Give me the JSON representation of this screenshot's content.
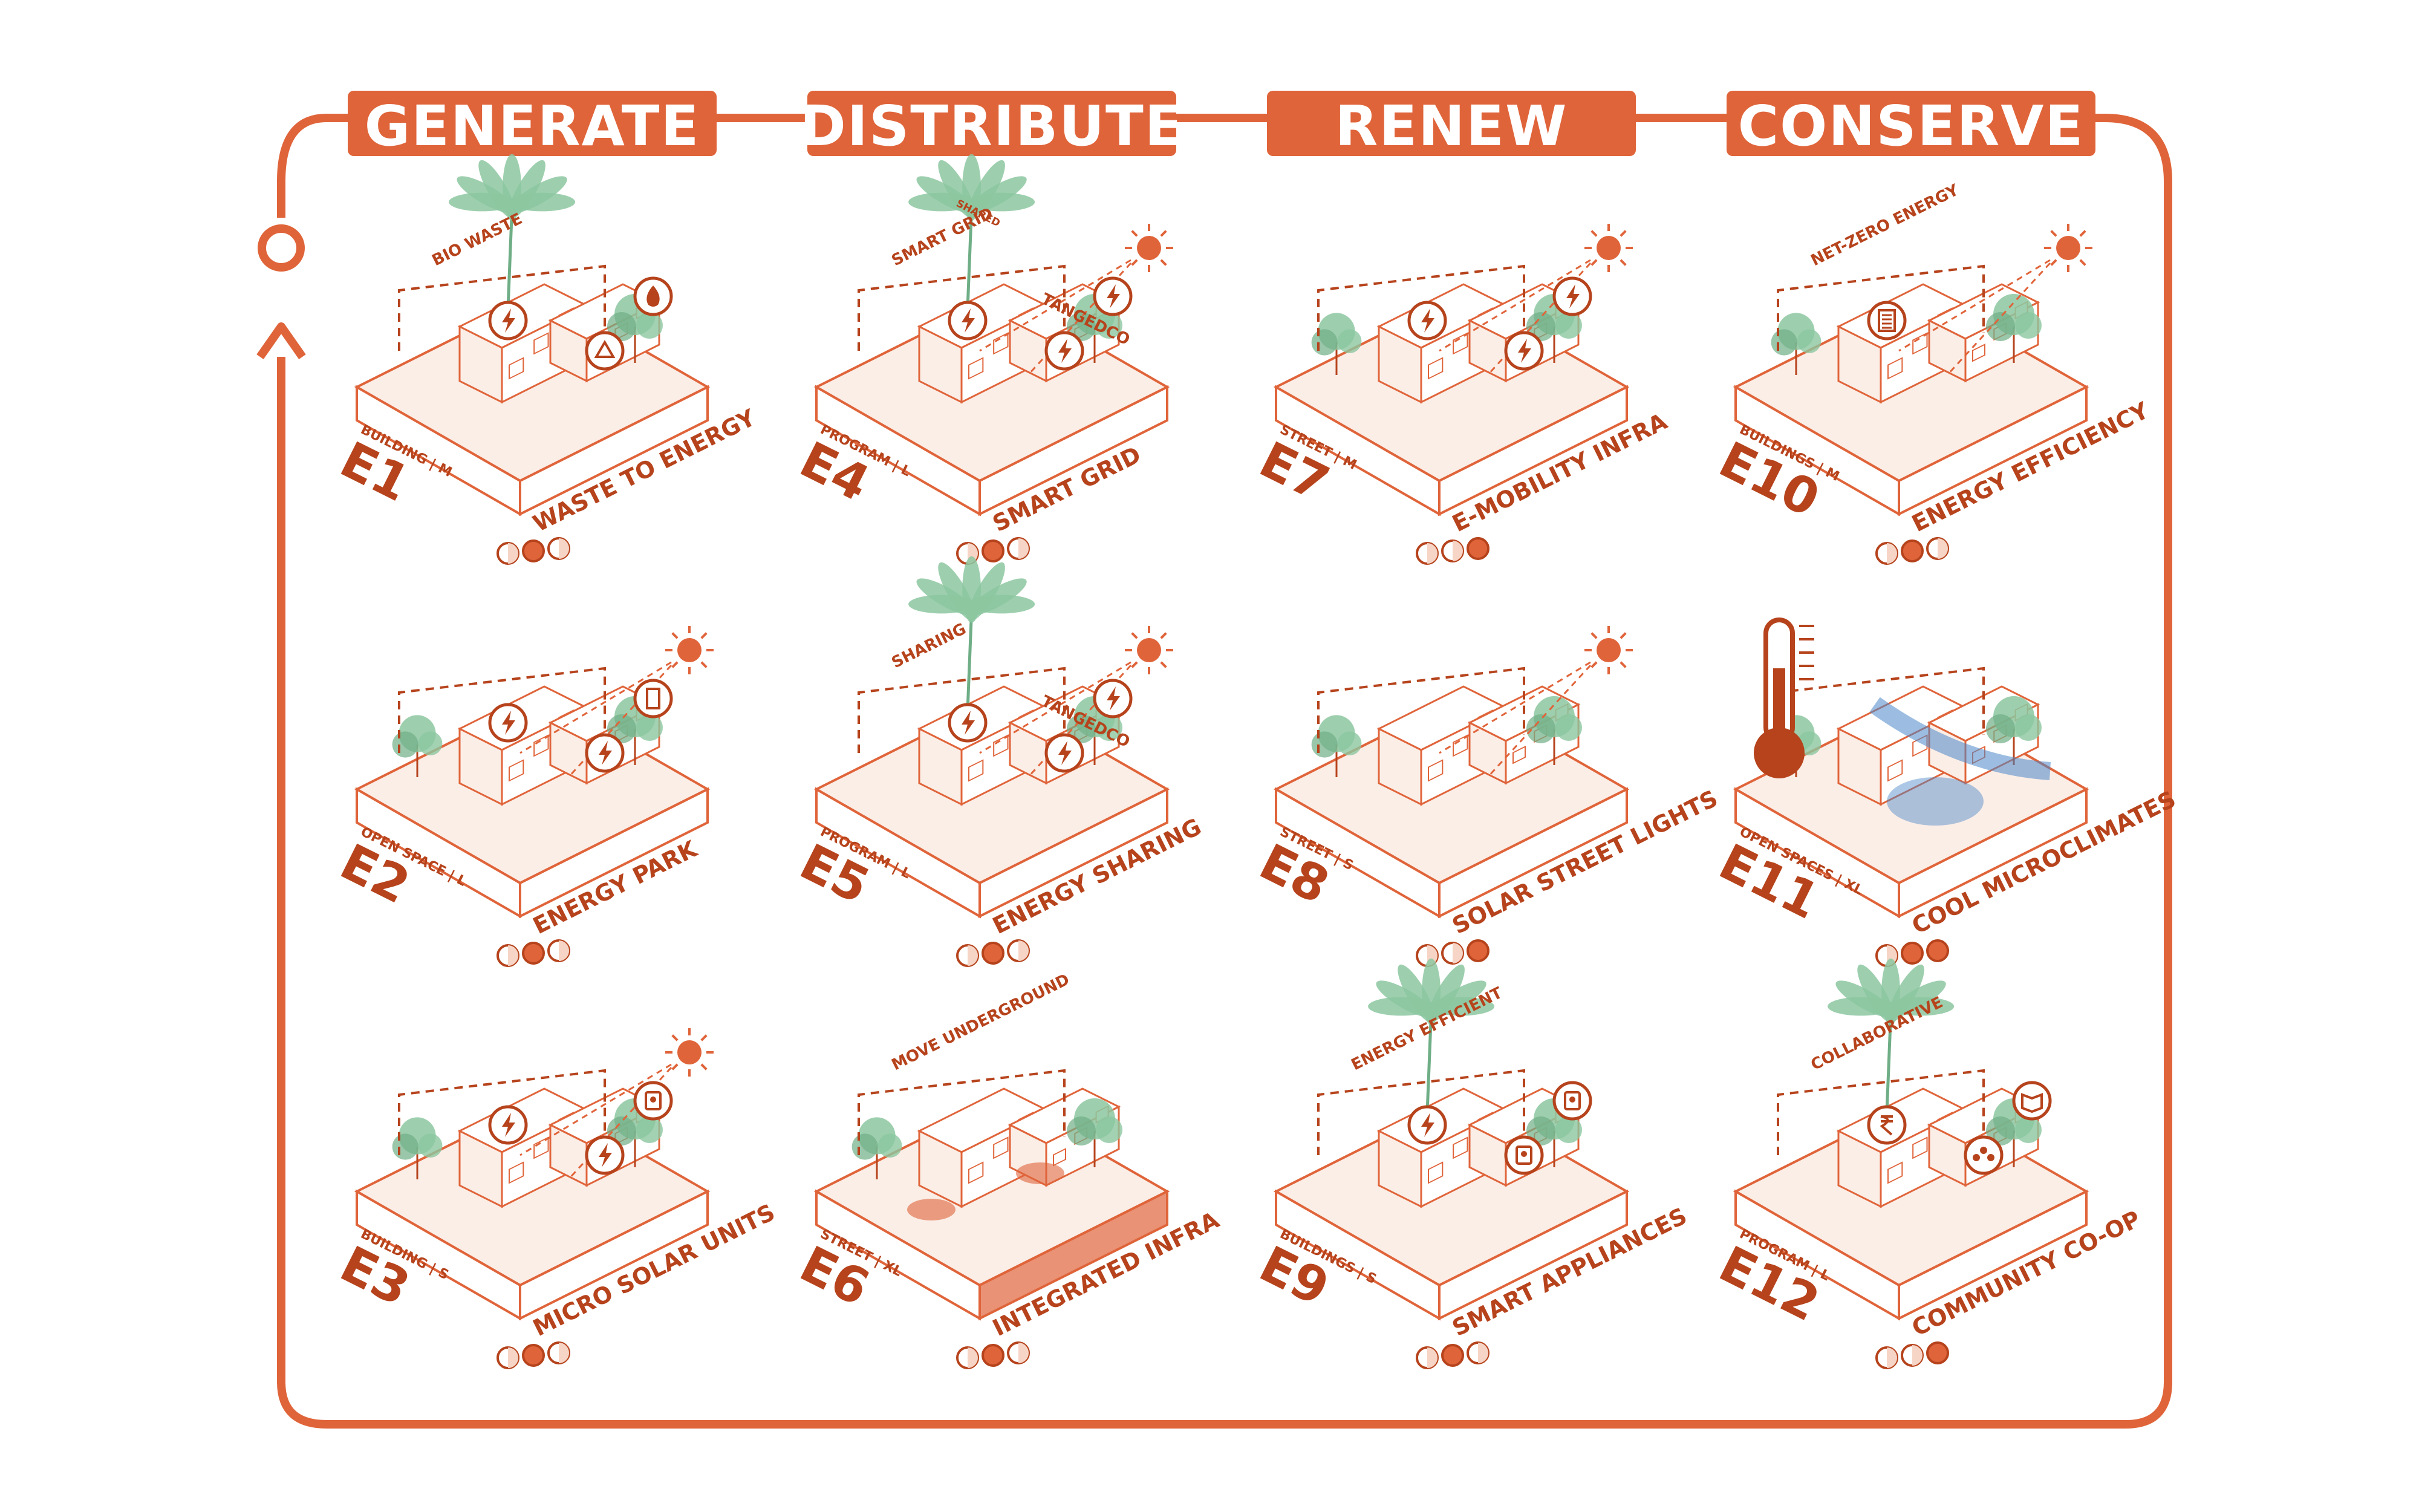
{
  "colors": {
    "accent": "#e0643a",
    "accent_dark": "#b6431c",
    "accent_light": "#f6d5c6",
    "fill_pale": "#fbeee7",
    "tree": "#8cc7a0",
    "tree_dark": "#6fae86",
    "water": "#4a86c8"
  },
  "headers": [
    "GENERATE",
    "DISTRIBUTE",
    "RENEW",
    "CONSERVE"
  ],
  "cards": [
    {
      "code": "E1",
      "scale": "BUILDING | M",
      "title": "WASTE TO ENERGY",
      "flow": "BIO WASTE",
      "flow2": "",
      "icons": [
        "lightning-icon",
        "recycle-icon",
        "flame-icon"
      ],
      "dots": [
        1,
        2,
        1
      ]
    },
    {
      "code": "E2",
      "scale": "OPEN SPACE | L",
      "title": "ENERGY PARK",
      "flow": "",
      "flow2": "",
      "icons": [
        "lightning-icon",
        "lightning-icon",
        "battery-icon"
      ],
      "dots": [
        1,
        2,
        1
      ]
    },
    {
      "code": "E3",
      "scale": "BUILDING | S",
      "title": "MICRO SOLAR UNITS",
      "flow": "",
      "flow2": "",
      "icons": [
        "lightning-icon",
        "lightning-icon",
        "meter-icon"
      ],
      "dots": [
        1,
        2,
        1
      ]
    },
    {
      "code": "E4",
      "scale": "PROGRAM | L",
      "title": "SMART GRID",
      "flow": "SMART GRID",
      "flow2": "TANGEDCO",
      "small": "SHARED",
      "icons": [
        "lightning-icon",
        "lightning-icon",
        "lightning-icon"
      ],
      "dots": [
        1,
        2,
        1
      ]
    },
    {
      "code": "E5",
      "scale": "PROGRAM | L",
      "title": "ENERGY SHARING",
      "flow": "SHARING",
      "flow2": "TANGEDCO",
      "icons": [
        "lightning-icon",
        "lightning-icon",
        "lightning-icon"
      ],
      "dots": [
        1,
        2,
        1
      ]
    },
    {
      "code": "E6",
      "scale": "STREET | XL",
      "title": "INTEGRATED INFRA",
      "flow": "MOVE UNDERGROUND",
      "flow2": "",
      "icons": [],
      "dots": [
        1,
        2,
        1
      ]
    },
    {
      "code": "E7",
      "scale": "STREET | M",
      "title": "E-MOBILITY INFRA",
      "flow": "",
      "flow2": "",
      "icons": [
        "lightning-icon",
        "lightning-icon",
        "lightning-icon"
      ],
      "dots": [
        1,
        1,
        2
      ]
    },
    {
      "code": "E8",
      "scale": "STREET | S",
      "title": "SOLAR STREET LIGHTS",
      "flow": "",
      "flow2": "",
      "icons": [],
      "dots": [
        1,
        1,
        2
      ]
    },
    {
      "code": "E9",
      "scale": "BUILDINGS | S",
      "title": "SMART APPLIANCES",
      "flow": "ENERGY EFFICIENT",
      "flow2": "",
      "icons": [
        "lightning-icon",
        "appliance-icon",
        "appliance-icon"
      ],
      "dots": [
        1,
        2,
        1
      ]
    },
    {
      "code": "E10",
      "scale": "BUILDINGS | M",
      "title": "ENERGY EFFICIENCY",
      "flow": "NET-ZERO ENERGY",
      "flow2": "",
      "icons": [
        "document-icon"
      ],
      "dots": [
        1,
        2,
        1
      ]
    },
    {
      "code": "E11",
      "scale": "OPEN SPACES | XL",
      "title": "COOL MICROCLIMATES",
      "flow": "",
      "flow2": "",
      "icons": [
        "thermometer-icon"
      ],
      "dots": [
        1,
        2,
        2
      ]
    },
    {
      "code": "E12",
      "scale": "PROGRAM | L",
      "title": "COMMUNITY CO-OP",
      "flow": "COLLABORATIVE",
      "flow2": "",
      "icons": [
        "rupee-icon",
        "community-icon",
        "book-icon"
      ],
      "dots": [
        1,
        1,
        2
      ]
    }
  ]
}
